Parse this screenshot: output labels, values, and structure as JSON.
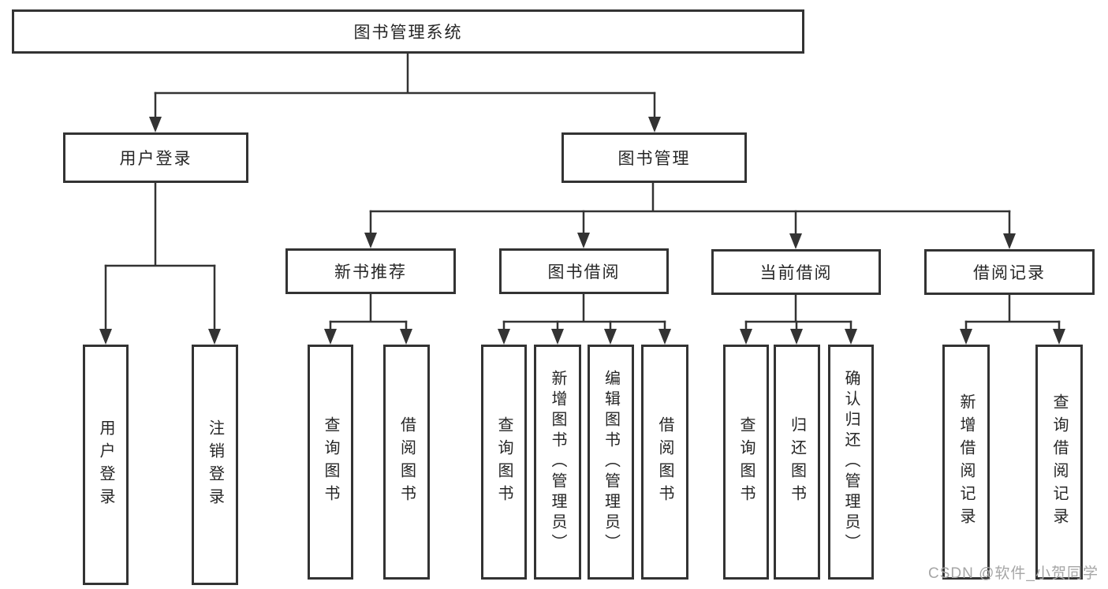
{
  "diagram": {
    "type": "hierarchy-tree",
    "tree": {
      "root": {
        "label": "图书管理系统",
        "children": [
          {
            "label": "用户登录",
            "children": [
              {
                "label": "用户登录"
              },
              {
                "label": "注销登录"
              }
            ]
          },
          {
            "label": "图书管理",
            "children": [
              {
                "label": "新书推荐",
                "children": [
                  {
                    "label": "查询图书"
                  },
                  {
                    "label": "借阅图书"
                  }
                ]
              },
              {
                "label": "图书借阅",
                "children": [
                  {
                    "label": "查询图书"
                  },
                  {
                    "label": "新增图书（管理员）"
                  },
                  {
                    "label": "编辑图书（管理员）"
                  },
                  {
                    "label": "借阅图书"
                  }
                ]
              },
              {
                "label": "当前借阅",
                "children": [
                  {
                    "label": "查询图书"
                  },
                  {
                    "label": "归还图书"
                  },
                  {
                    "label": "确认归还（管理员）"
                  }
                ]
              },
              {
                "label": "借阅记录",
                "children": [
                  {
                    "label": "新增借阅记录"
                  },
                  {
                    "label": "查询借阅记录"
                  }
                ]
              }
            ]
          }
        ]
      }
    },
    "colors": {
      "line": "#333333",
      "box_border": "#333333",
      "box_fill": "#ffffff",
      "text": "#262626",
      "background": "#ffffff",
      "watermark_text_color": "#a6a6a6"
    }
  },
  "watermark": "CSDN @软件_小贺同学"
}
